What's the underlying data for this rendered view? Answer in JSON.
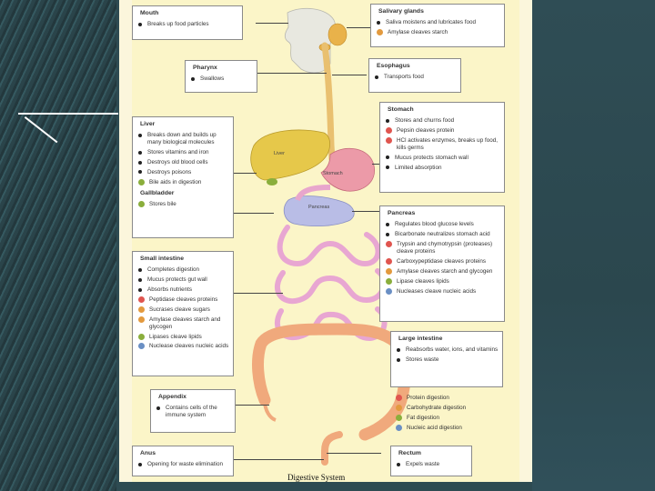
{
  "caption": "Digestive System",
  "legend": {
    "items": [
      {
        "color": "#e0554f",
        "label": "Protein digestion"
      },
      {
        "color": "#e39a3e",
        "label": "Carbohydrate digestion"
      },
      {
        "color": "#8aae3c",
        "label": "Fat digestion"
      },
      {
        "color": "#6a8fc4",
        "label": "Nucleic acid digestion"
      }
    ]
  },
  "boxes": {
    "mouth": {
      "title": "Mouth",
      "items": [
        {
          "text": "Breaks up food particles",
          "type": "bullet"
        }
      ]
    },
    "pharynx": {
      "title": "Pharynx",
      "items": [
        {
          "text": "Swallows",
          "type": "bullet"
        }
      ]
    },
    "liver": {
      "title": "Liver",
      "items": [
        {
          "text": "Breaks down and builds up many biological molecules",
          "type": "bullet"
        },
        {
          "text": "Stores vitamins and iron",
          "type": "bullet"
        },
        {
          "text": "Destroys old blood cells",
          "type": "bullet"
        },
        {
          "text": "Destroys poisons",
          "type": "bullet"
        },
        {
          "text": "Bile aids in digestion",
          "type": "fat"
        }
      ]
    },
    "gallbladder": {
      "title": "Gallbladder",
      "items": [
        {
          "text": "Stores bile",
          "type": "fat"
        }
      ]
    },
    "small_intestine": {
      "title": "Small intestine",
      "items": [
        {
          "text": "Completes digestion",
          "type": "bullet"
        },
        {
          "text": "Mucus protects gut wall",
          "type": "bullet"
        },
        {
          "text": "Absorbs nutrients",
          "type": "bullet"
        },
        {
          "text": "Peptidase cleaves proteins",
          "type": "protein"
        },
        {
          "text": "Sucrases cleave sugars",
          "type": "carb"
        },
        {
          "text": "Amylase cleaves starch and glycogen",
          "type": "carb"
        },
        {
          "text": "Lipases cleave lipids",
          "type": "fat"
        },
        {
          "text": "Nuclease cleaves nucleic acids",
          "type": "nucleic"
        }
      ]
    },
    "appendix": {
      "title": "Appendix",
      "items": [
        {
          "text": "Contains cells of the immune system",
          "type": "bullet"
        }
      ]
    },
    "anus": {
      "title": "Anus",
      "items": [
        {
          "text": "Opening for waste elimination",
          "type": "bullet"
        }
      ]
    },
    "salivary": {
      "title": "Salivary glands",
      "items": [
        {
          "text": "Saliva moistens and lubricates food",
          "type": "bullet"
        },
        {
          "text": "Amylase cleaves starch",
          "type": "carb"
        }
      ]
    },
    "esophagus": {
      "title": "Esophagus",
      "items": [
        {
          "text": "Transports food",
          "type": "bullet"
        }
      ]
    },
    "stomach": {
      "title": "Stomach",
      "items": [
        {
          "text": "Stores and churns food",
          "type": "bullet"
        },
        {
          "text": "Pepsin cleaves protein",
          "type": "protein"
        },
        {
          "text": "HCl activates enzymes, breaks up food, kills germs",
          "type": "protein"
        },
        {
          "text": "Mucus protects stomach wall",
          "type": "bullet"
        },
        {
          "text": "Limited absorption",
          "type": "bullet"
        }
      ]
    },
    "pancreas": {
      "title": "Pancreas",
      "items": [
        {
          "text": "Regulates blood glucose levels",
          "type": "bullet"
        },
        {
          "text": "Bicarbonate neutralizes stomach acid",
          "type": "bullet"
        },
        {
          "text": "Trypsin and chymotrypsin (proteases) cleave proteins",
          "type": "protein"
        },
        {
          "text": "Carboxypeptidase cleaves proteins",
          "type": "protein"
        },
        {
          "text": "Amylase cleaves starch and glycogen",
          "type": "carb"
        },
        {
          "text": "Lipase cleaves lipids",
          "type": "fat"
        },
        {
          "text": "Nucleases cleave nucleic acids",
          "type": "nucleic"
        }
      ]
    },
    "large_intestine": {
      "title": "Large intestine",
      "items": [
        {
          "text": "Reabsorbs water, ions, and vitamins",
          "type": "bullet"
        },
        {
          "text": "Stores waste",
          "type": "bullet"
        }
      ]
    },
    "rectum": {
      "title": "Rectum",
      "items": [
        {
          "text": "Expels waste",
          "type": "bullet"
        }
      ]
    }
  },
  "organ_labels": {
    "liver": "Liver",
    "stomach": "Stomach",
    "pancreas": "Pancreas"
  },
  "type_colors": {
    "protein": "#e0554f",
    "carb": "#e39a3e",
    "fat": "#8aae3c",
    "nucleic": "#6a8fc4"
  }
}
